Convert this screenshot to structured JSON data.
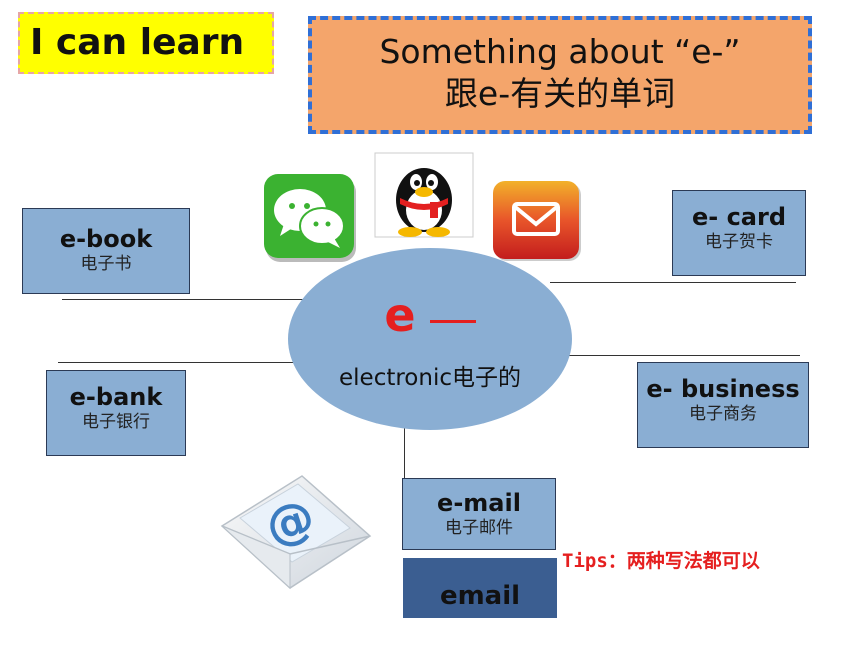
{
  "badge": {
    "text": "I can learn"
  },
  "title": {
    "line1": "Something about “e-”",
    "line2": "跟e-有关的单词"
  },
  "center": {
    "prefix": "e",
    "dash": "—",
    "word": "electronic电子的"
  },
  "cards": {
    "book": {
      "en": "e-book",
      "zh": "电子书"
    },
    "bank": {
      "en": "e-bank",
      "zh": "电子银行"
    },
    "card": {
      "en": "e- card",
      "zh": "电子贺卡"
    },
    "business": {
      "en": "e- business",
      "zh": "电子商务"
    },
    "mail": {
      "en": "e-mail",
      "zh": "电子邮件"
    }
  },
  "email_alt": {
    "text": "email"
  },
  "tips": {
    "text": "Tips：两种写法都可以"
  },
  "icons": [
    "wechat-icon",
    "qq-penguin-icon",
    "mail-app-icon",
    "email-envelope-icon"
  ],
  "colors": {
    "badge_bg": "#ffff00",
    "title_bg": "#f4a56b",
    "title_border": "#2f6fd6",
    "card_bg": "#8aaed3",
    "email_box_bg": "#3b5e91",
    "accent_red": "#e51f1f"
  }
}
